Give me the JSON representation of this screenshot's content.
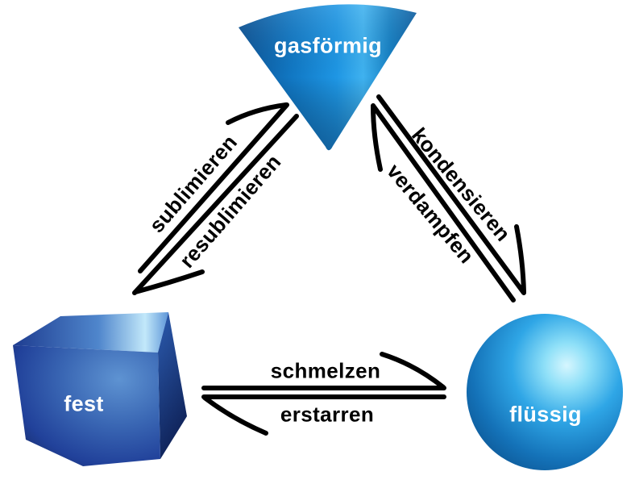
{
  "diagram": {
    "states": {
      "gas": {
        "label": "gasförmig",
        "shape": "cone"
      },
      "solid": {
        "label": "fest",
        "shape": "cube"
      },
      "liquid": {
        "label": "flüssig",
        "shape": "sphere"
      }
    },
    "transitions": {
      "sublimieren": {
        "label": "sublimieren",
        "from": "fest",
        "to": "gasförmig"
      },
      "resublimieren": {
        "label": "resublimieren",
        "from": "gasförmig",
        "to": "fest"
      },
      "kondensieren": {
        "label": "kondensieren",
        "from": "gasförmig",
        "to": "flüssig"
      },
      "verdampfen": {
        "label": "verdampfen",
        "from": "flüssig",
        "to": "gasförmig"
      },
      "schmelzen": {
        "label": "schmelzen",
        "from": "fest",
        "to": "flüssig"
      },
      "erstarren": {
        "label": "erstarren",
        "from": "flüssig",
        "to": "fest"
      }
    },
    "colors": {
      "background": "#ffffff",
      "arrow": "#000000",
      "state_label_text": "#ffffff",
      "transition_label_text": "#000000",
      "cone_base": "#1e96e4",
      "cube_base": "#21419a",
      "sphere_base": "#28a3e8",
      "sphere_highlight": "#c9f4fd"
    }
  }
}
